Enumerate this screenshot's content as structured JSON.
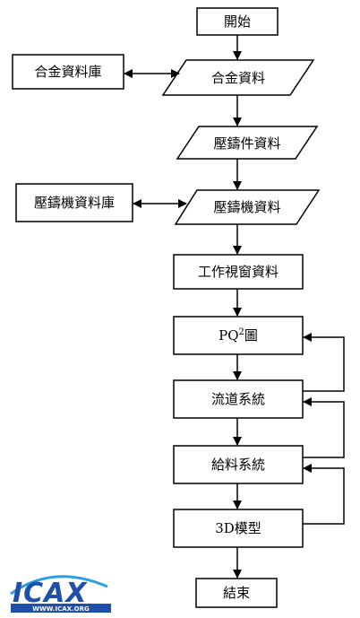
{
  "flowchart": {
    "start": "開始",
    "alloy_db": "合金資料庫",
    "alloy_data": "合金資料",
    "casting_data": "壓鑄件資料",
    "machine_db": "壓鑄機資料庫",
    "machine_data": "壓鑄機資料",
    "window_data": "工作視窗資料",
    "pq2_prefix": "PQ",
    "pq2_sup": "2",
    "pq2_suffix": "圖",
    "runner_system": "流道系統",
    "gating_system": "給料系統",
    "model_3d": "3D模型",
    "end": "結束"
  },
  "logo": {
    "brand": "ICAX",
    "url": "WWW.ICAX.ORG",
    "colors": {
      "blue": "#1f4fa8",
      "light": "#2aa0e0"
    }
  }
}
